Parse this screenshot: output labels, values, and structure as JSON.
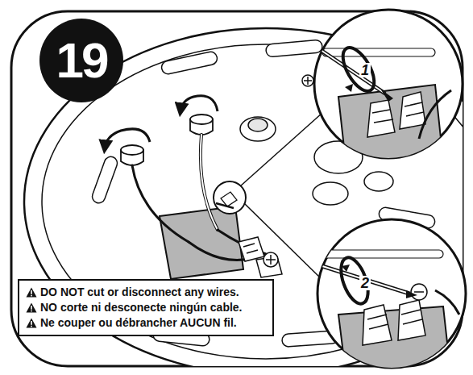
{
  "diagram": {
    "nodes": [
      {
        "text": [
          "19"
        ]
      },
      {
        "text": [
          "DO NOT cut or disconnect any wires.",
          "NO corte ni desconecte ningún cable.",
          "Ne couper ou débrancher AUCUN fil."
        ]
      }
    ],
    "labels": [
      "1",
      "2"
    ]
  }
}
